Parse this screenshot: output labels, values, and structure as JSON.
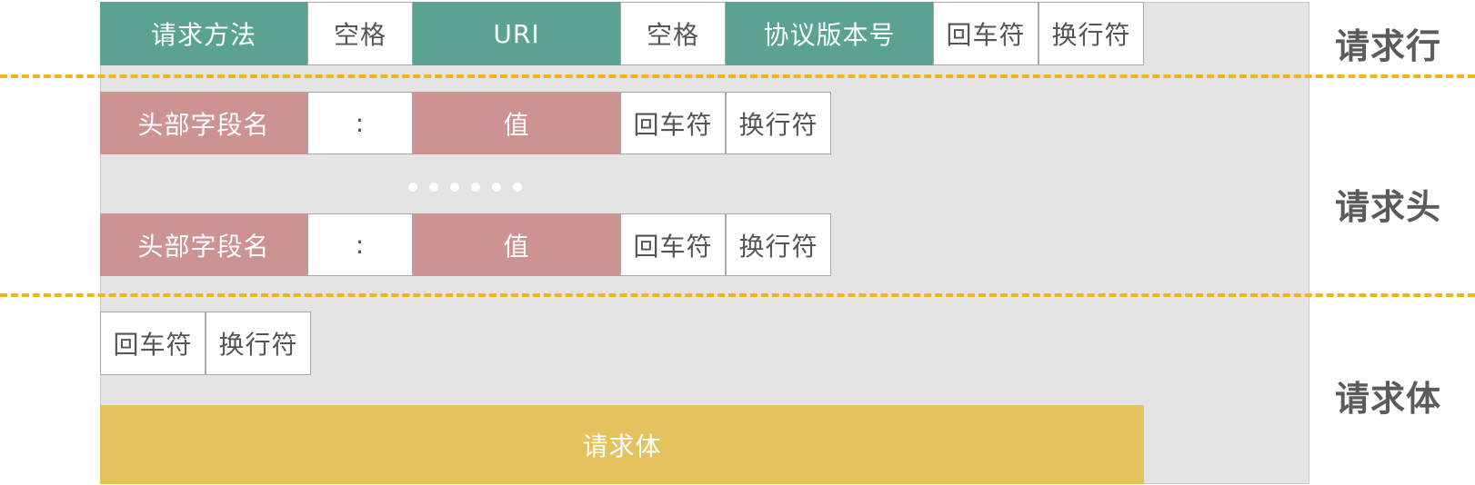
{
  "request_line": {
    "method": "请求方法",
    "space_1": "空格",
    "uri": "URI",
    "space_2": "空格",
    "protocol_version": "协议版本号",
    "cr": "回车符",
    "lf": "换行符"
  },
  "header_rows": [
    {
      "field_name": "头部字段名",
      "colon": ":",
      "value": "值",
      "cr": "回车符",
      "lf": "换行符"
    },
    {
      "field_name": "头部字段名",
      "colon": ":",
      "value": "值",
      "cr": "回车符",
      "lf": "换行符"
    }
  ],
  "blank_line": {
    "cr": "回车符",
    "lf": "换行符"
  },
  "body": {
    "label": "请求体"
  },
  "section_labels": {
    "request_line": "请求行",
    "request_headers": "请求头",
    "request_body": "请求体"
  },
  "colors": {
    "request_line_fill": "#5aa291",
    "header_fill": "#cc9392",
    "body_fill": "#e4c35f",
    "panel_fill": "#e4e4e4",
    "divider": "#f0b51c"
  }
}
